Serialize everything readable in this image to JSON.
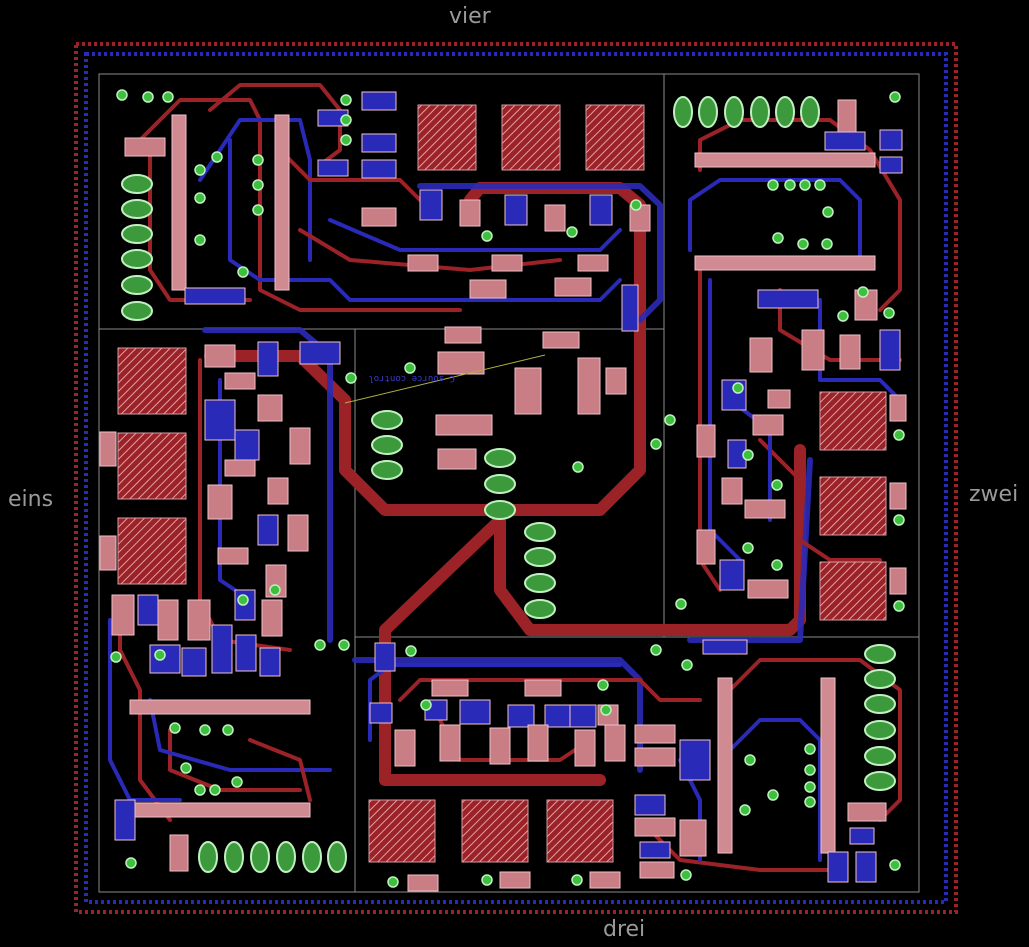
{
  "labels": {
    "top": "vier",
    "left": "eins",
    "right": "zwei",
    "bottom": "drei"
  },
  "silk_text": "C source control",
  "colors": {
    "background": "#000000",
    "top_copper": "#9b2227",
    "bottom_copper": "#2a2ab8",
    "pad": "#c97d85",
    "via": "#3fbf3f",
    "outline": "#c8c8c8",
    "label": "#9a9a9a"
  }
}
